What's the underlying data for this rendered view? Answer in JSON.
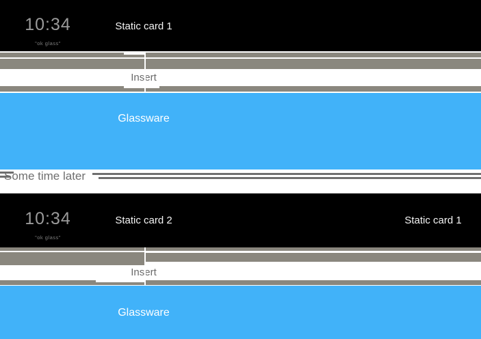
{
  "diagram": {
    "title_hint": "Glass timeline static card insertion",
    "colors": {
      "card_black": "#000000",
      "bar_gray": "#8a877e",
      "glass_blue": "#41b2f9",
      "separator_gray": "#6e6e6e"
    },
    "before": {
      "clock_time": "10:34",
      "clock_hint": "\"ok glass\"",
      "card1_label": "Static card 1",
      "insert_label": "Insert",
      "glassware_label": "Glassware"
    },
    "transition": {
      "label": "Some time later"
    },
    "after": {
      "clock_time": "10:34",
      "clock_hint": "\"ok glass\"",
      "card2_label": "Static card 2",
      "card1_label": "Static card 1",
      "insert_label": "Insert",
      "glassware_label": "Glassware"
    }
  }
}
